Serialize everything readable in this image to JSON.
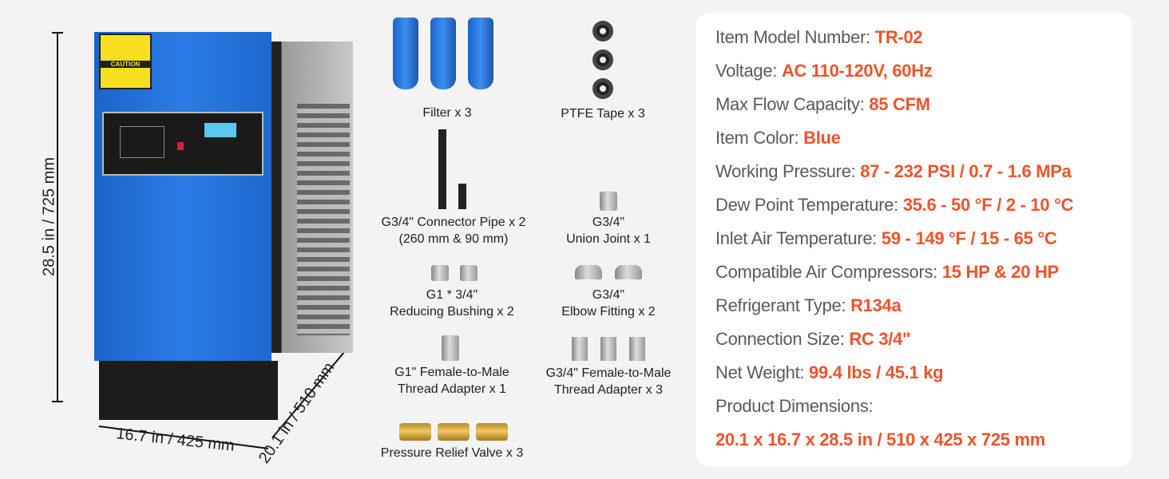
{
  "dimensions": {
    "height": "28.5 in / 725 mm",
    "width": "16.7 in / 425 mm",
    "depth": "20.1 in / 510 mm"
  },
  "accessories": [
    {
      "lines": [
        "Filter x 3"
      ]
    },
    {
      "lines": [
        "PTFE Tape x 3"
      ]
    },
    {
      "lines": [
        "G3/4\" Connector Pipe x 2",
        "(260 mm & 90 mm)"
      ]
    },
    {
      "lines": [
        "G3/4\"",
        "Union Joint x 1"
      ]
    },
    {
      "lines": [
        "G1 * 3/4\"",
        "Reducing Bushing x 2"
      ]
    },
    {
      "lines": [
        "G3/4\"",
        "Elbow Fitting x 2"
      ]
    },
    {
      "lines": [
        "G1\" Female-to-Male",
        "Thread Adapter x 1"
      ]
    },
    {
      "lines": [
        "G3/4\" Female-to-Male",
        "Thread Adapter x 3"
      ]
    },
    {
      "lines": [
        "Pressure Relief Valve x 3"
      ]
    }
  ],
  "product_labels": {
    "caution": "CAUTION"
  },
  "specs": [
    {
      "label": "Item Model Number: ",
      "value": "TR-02"
    },
    {
      "label": "Voltage: ",
      "value": "AC 110-120V, 60Hz"
    },
    {
      "label": "Max Flow Capacity: ",
      "value": "85 CFM"
    },
    {
      "label": "Item Color: ",
      "value": "Blue"
    },
    {
      "label": "Working Pressure: ",
      "value": "87 - 232 PSI / 0.7 - 1.6 MPa"
    },
    {
      "label": "Dew Point Temperature: ",
      "value": "35.6 - 50 °F / 2 - 10 °C"
    },
    {
      "label": "Inlet Air Temperature: ",
      "value": "59 - 149 °F / 15 - 65 °C"
    },
    {
      "label": "Compatible Air Compressors: ",
      "value": "15 HP & 20 HP"
    },
    {
      "label": "Refrigerant Type: ",
      "value": "R134a"
    },
    {
      "label": "Connection Size: ",
      "value": "RC 3/4\""
    },
    {
      "label": "Net Weight: ",
      "value": "99.4 lbs / 45.1 kg"
    },
    {
      "label": "Product Dimensions:",
      "value": ""
    },
    {
      "label": "",
      "value": "20.1 x 16.7 x 28.5 in / 510 x 425 x 725 mm"
    }
  ],
  "colors": {
    "accent": "#f0532a",
    "label": "#5a5a5a",
    "product_blue": "#1f6fd6"
  }
}
